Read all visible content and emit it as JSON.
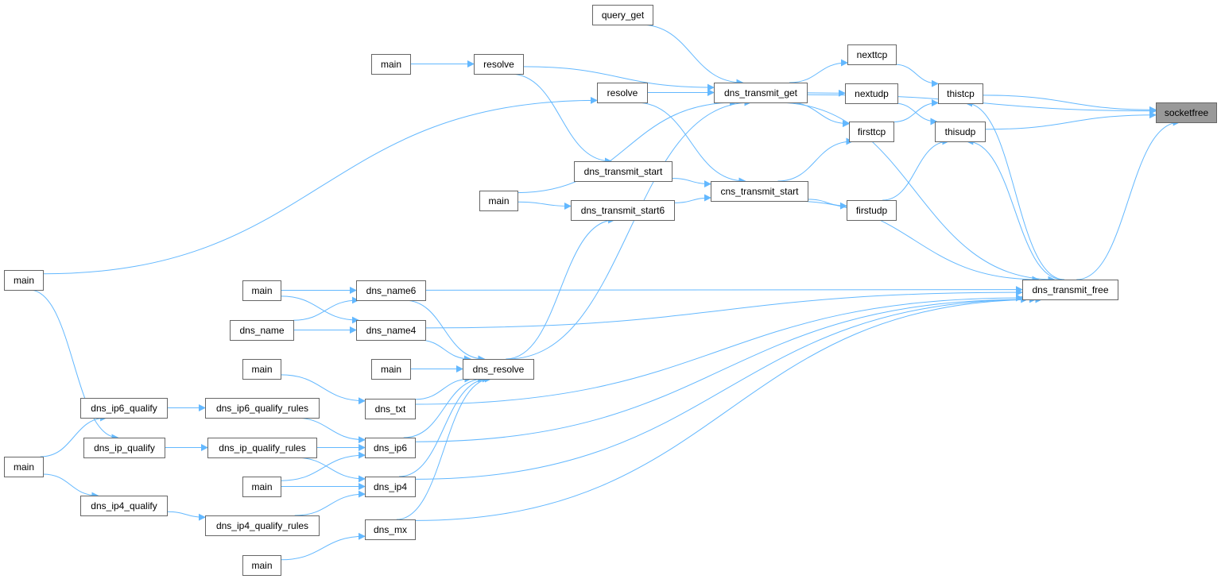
{
  "title": "socketfree caller graph",
  "colors": {
    "edge": "#63b8ff",
    "node_border": "#666666",
    "target_fill": "#999999"
  },
  "nodes": [
    {
      "id": "socketfree",
      "label": "socketfree"
    },
    {
      "id": "dns_transmit_free",
      "label": "dns_transmit_free"
    },
    {
      "id": "thistcp",
      "label": "thistcp"
    },
    {
      "id": "thisudp",
      "label": "thisudp"
    },
    {
      "id": "nexttcp",
      "label": "nexttcp"
    },
    {
      "id": "nextudp",
      "label": "nextudp"
    },
    {
      "id": "firsttcp",
      "label": "firsttcp"
    },
    {
      "id": "firstudp",
      "label": "firstudp"
    },
    {
      "id": "query_get",
      "label": "query_get"
    },
    {
      "id": "dns_transmit_get",
      "label": "dns_transmit_get"
    },
    {
      "id": "resolve_a",
      "label": "resolve"
    },
    {
      "id": "resolve_b",
      "label": "resolve"
    },
    {
      "id": "main_1",
      "label": "main"
    },
    {
      "id": "main_2",
      "label": "main"
    },
    {
      "id": "dns_transmit_start",
      "label": "dns_transmit_start"
    },
    {
      "id": "dns_transmit_start6",
      "label": "dns_transmit_start6"
    },
    {
      "id": "cns_transmit_start",
      "label": "cns_transmit_start"
    },
    {
      "id": "main_3",
      "label": "main"
    },
    {
      "id": "main_4",
      "label": "main"
    },
    {
      "id": "dns_name",
      "label": "dns_name"
    },
    {
      "id": "dns_name6",
      "label": "dns_name6"
    },
    {
      "id": "dns_name4",
      "label": "dns_name4"
    },
    {
      "id": "main_5",
      "label": "main"
    },
    {
      "id": "dns_resolve",
      "label": "dns_resolve"
    },
    {
      "id": "main_6",
      "label": "main"
    },
    {
      "id": "dns_txt",
      "label": "dns_txt"
    },
    {
      "id": "dns_ip6_qualify",
      "label": "dns_ip6_qualify"
    },
    {
      "id": "dns_ip6_qualify_rules",
      "label": "dns_ip6_qualify_rules"
    },
    {
      "id": "dns_ip_qualify",
      "label": "dns_ip_qualify"
    },
    {
      "id": "dns_ip_qualify_rules",
      "label": "dns_ip_qualify_rules"
    },
    {
      "id": "dns_ip6",
      "label": "dns_ip6"
    },
    {
      "id": "main_7",
      "label": "main"
    },
    {
      "id": "main_8",
      "label": "main"
    },
    {
      "id": "dns_ip4",
      "label": "dns_ip4"
    },
    {
      "id": "dns_ip4_qualify",
      "label": "dns_ip4_qualify"
    },
    {
      "id": "dns_ip4_qualify_rules",
      "label": "dns_ip4_qualify_rules"
    },
    {
      "id": "dns_mx",
      "label": "dns_mx"
    },
    {
      "id": "main_9",
      "label": "main"
    }
  ],
  "edges": [
    [
      "dns_transmit_get",
      "socketfree"
    ],
    [
      "thistcp",
      "socketfree"
    ],
    [
      "thisudp",
      "socketfree"
    ],
    [
      "dns_transmit_free",
      "socketfree"
    ],
    [
      "nexttcp",
      "thistcp"
    ],
    [
      "firsttcp",
      "thistcp"
    ],
    [
      "dns_transmit_free",
      "thistcp"
    ],
    [
      "nextudp",
      "thisudp"
    ],
    [
      "firstudp",
      "thisudp"
    ],
    [
      "dns_transmit_free",
      "thisudp"
    ],
    [
      "dns_transmit_get",
      "nexttcp"
    ],
    [
      "dns_transmit_get",
      "nextudp"
    ],
    [
      "dns_transmit_get",
      "firsttcp"
    ],
    [
      "cns_transmit_start",
      "firsttcp"
    ],
    [
      "cns_transmit_start",
      "firstudp"
    ],
    [
      "query_get",
      "dns_transmit_get"
    ],
    [
      "resolve_a",
      "dns_transmit_get"
    ],
    [
      "resolve_b",
      "dns_transmit_get"
    ],
    [
      "main_2",
      "dns_transmit_get"
    ],
    [
      "dns_resolve",
      "dns_transmit_get"
    ],
    [
      "main_1",
      "resolve_a"
    ],
    [
      "main_3",
      "resolve_b"
    ],
    [
      "resolve_a",
      "dns_transmit_start"
    ],
    [
      "dns_transmit_start",
      "cns_transmit_start"
    ],
    [
      "dns_transmit_start6",
      "cns_transmit_start"
    ],
    [
      "resolve_b",
      "cns_transmit_start"
    ],
    [
      "main_2",
      "dns_transmit_start6"
    ],
    [
      "dns_resolve",
      "dns_transmit_start6"
    ],
    [
      "dns_transmit_get",
      "dns_transmit_free"
    ],
    [
      "cns_transmit_start",
      "dns_transmit_free"
    ],
    [
      "dns_name6",
      "dns_transmit_free"
    ],
    [
      "dns_name4",
      "dns_transmit_free"
    ],
    [
      "dns_txt",
      "dns_transmit_free"
    ],
    [
      "dns_ip6",
      "dns_transmit_free"
    ],
    [
      "dns_ip4",
      "dns_transmit_free"
    ],
    [
      "dns_mx",
      "dns_transmit_free"
    ],
    [
      "main_4",
      "dns_name6"
    ],
    [
      "dns_name",
      "dns_name6"
    ],
    [
      "main_4",
      "dns_name4"
    ],
    [
      "dns_name",
      "dns_name4"
    ],
    [
      "dns_name6",
      "dns_resolve"
    ],
    [
      "dns_name4",
      "dns_resolve"
    ],
    [
      "main_5",
      "dns_resolve"
    ],
    [
      "dns_txt",
      "dns_resolve"
    ],
    [
      "dns_ip6",
      "dns_resolve"
    ],
    [
      "dns_ip4",
      "dns_resolve"
    ],
    [
      "dns_mx",
      "dns_resolve"
    ],
    [
      "main_6",
      "dns_txt"
    ],
    [
      "dns_ip6_qualify",
      "dns_ip6_qualify_rules"
    ],
    [
      "main_3",
      "dns_ip_qualify"
    ],
    [
      "main_7",
      "dns_ip6_qualify"
    ],
    [
      "dns_ip_qualify",
      "dns_ip_qualify_rules"
    ],
    [
      "dns_ip6_qualify_rules",
      "dns_ip6"
    ],
    [
      "dns_ip_qualify_rules",
      "dns_ip6"
    ],
    [
      "main_8",
      "dns_ip6"
    ],
    [
      "dns_ip_qualify_rules",
      "dns_ip4"
    ],
    [
      "main_8",
      "dns_ip4"
    ],
    [
      "dns_ip4_qualify_rules",
      "dns_ip4"
    ],
    [
      "main_7",
      "dns_ip4_qualify"
    ],
    [
      "dns_ip4_qualify",
      "dns_ip4_qualify_rules"
    ],
    [
      "main_9",
      "dns_mx"
    ]
  ]
}
